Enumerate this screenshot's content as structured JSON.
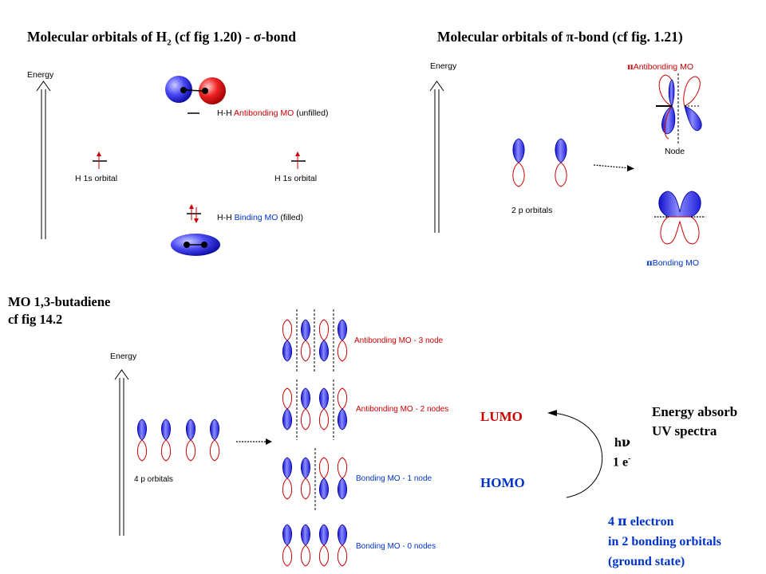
{
  "colors": {
    "lobe_fill": "#3a3af0",
    "lobe_outline": "#cc0000",
    "red_text": "#cc0000",
    "blue_text": "#0033cc"
  },
  "sigma_panel": {
    "title_main": "Molecular orbitals of H",
    "title_sub": "2",
    "title_rest": " (cf fig 1.20) - ",
    "title_greek": "σ",
    "title_end": "-bond",
    "energy_label": "Energy",
    "left_atom_label": "H 1s orbital",
    "right_atom_label": "H 1s orbital",
    "antibonding": {
      "prefix": "H-H ",
      "colored": "Antibonding MO",
      "suffix": " (unfilled)"
    },
    "bonding": {
      "prefix": "H-H ",
      "colored": "Binding MO",
      "suffix": " (filled)"
    }
  },
  "pi_panel": {
    "title_main": "Molecular orbitals of  ",
    "title_greek": "π",
    "title_end": "-bond (cf fig. 1.21)",
    "energy_label": "Energy",
    "antibonding_greek": "π",
    "antibonding_label": "Antibonding MO",
    "node_label": "Node",
    "p_orbitals_label": "2 p orbitals",
    "bonding_greek": "π",
    "bonding_label": "Bonding MO"
  },
  "butadiene_panel": {
    "title_line1": "MO 1,3-butadiene",
    "title_line2": "cf fig 14.2",
    "energy_label": "Energy",
    "p_orbitals_label": "4 p orbitals",
    "mo_levels": [
      {
        "kind": "Antibonding MO",
        "nodes": " - 3 node"
      },
      {
        "kind": "Antibonding MO",
        "nodes": " - 2 nodes"
      },
      {
        "kind": "Bonding MO",
        "nodes": " - 1 node"
      },
      {
        "kind": "Bonding MO",
        "nodes": " - 0 nodes"
      }
    ],
    "lumo": "LUMO",
    "homo": "HOMO",
    "h": "h",
    "nu": "ν",
    "one_e": "1 e",
    "e_sup": "-",
    "energy_absorb": "Energy absorb",
    "uv_spectra": "UV spectra",
    "electrons_line1_num": "4 ",
    "electrons_line1_greek": "π",
    "electrons_line1_rest": " electron",
    "electrons_line2": "in 2 bonding orbitals",
    "electrons_line3": "(ground state)"
  }
}
